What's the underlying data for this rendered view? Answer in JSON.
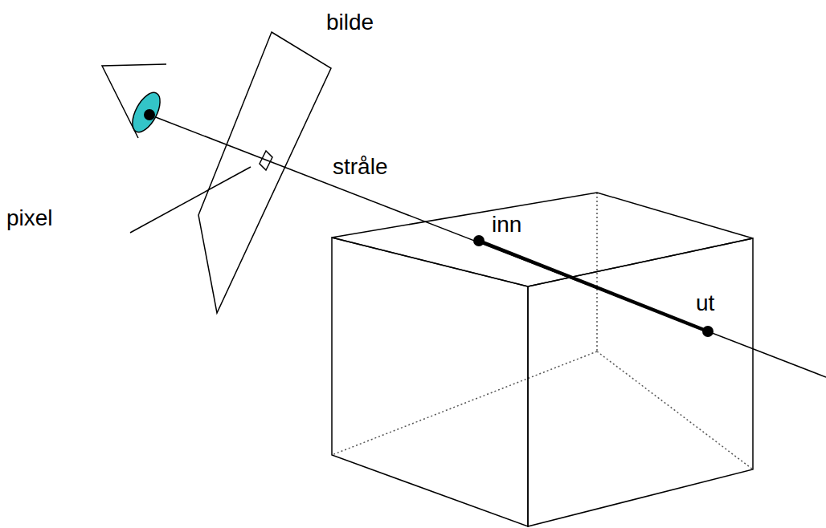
{
  "diagram": {
    "labels": [
      "bilde",
      "pixel",
      "stråle",
      "inn",
      "ut"
    ]
  }
}
